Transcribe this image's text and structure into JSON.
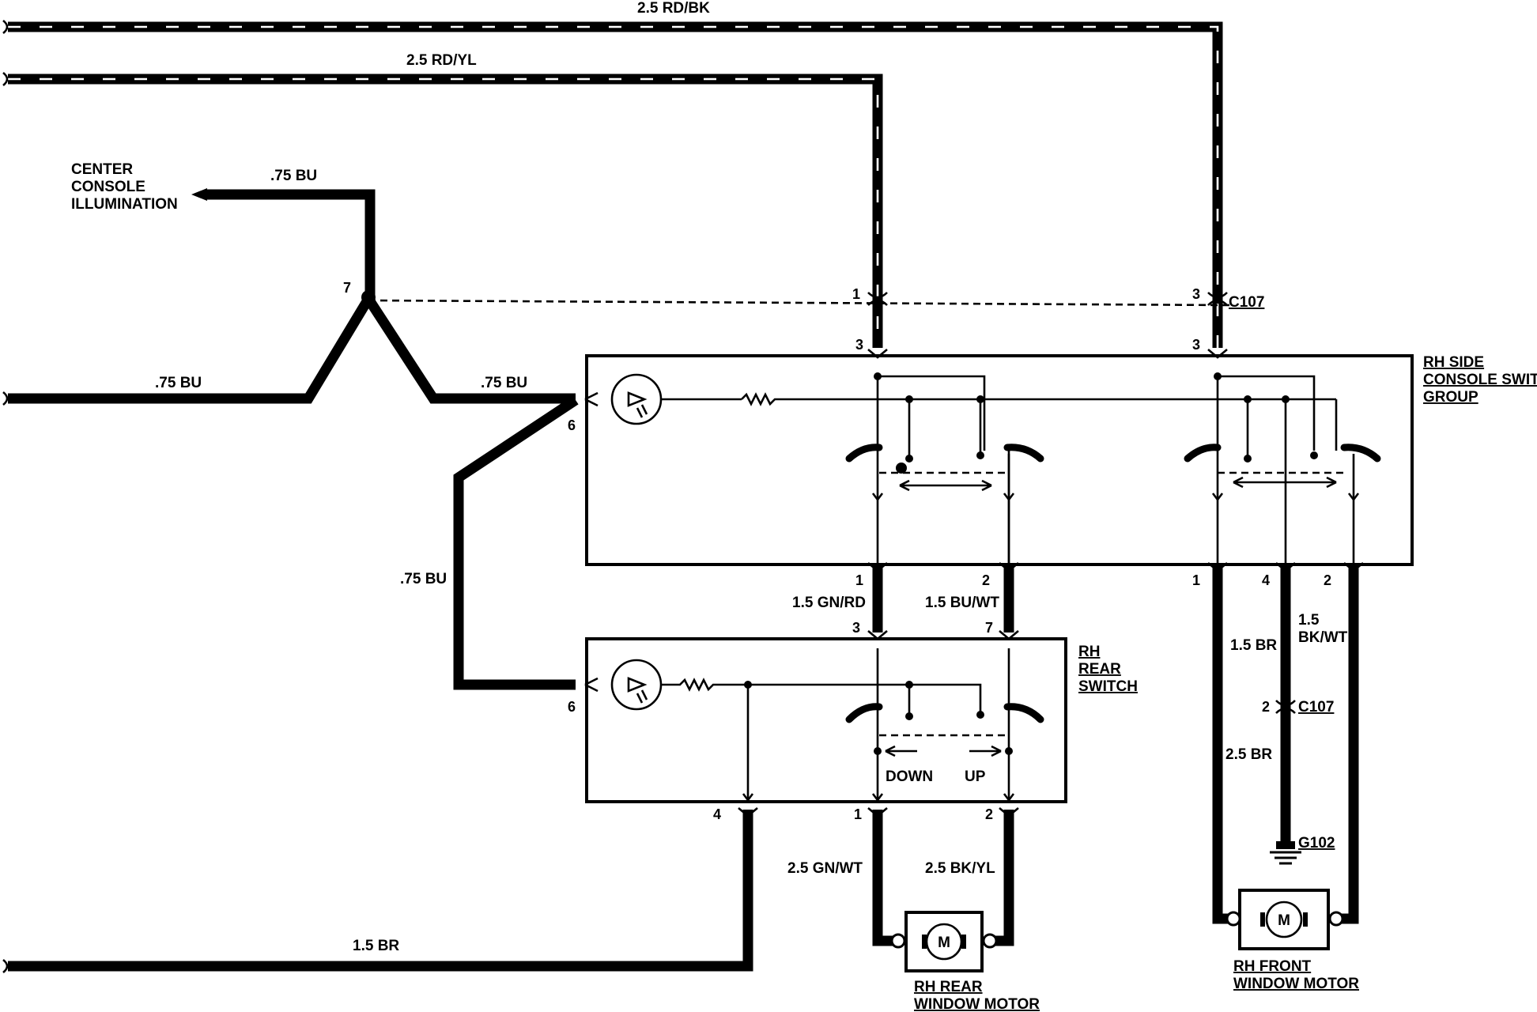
{
  "wires": {
    "rd_bk": "2.5 RD/BK",
    "rd_yl": "2.5 RD/YL",
    "bu_top": ".75 BU",
    "bu_left": ".75 BU",
    "bu_mid": ".75 BU",
    "bu_vert": ".75 BU",
    "gn_rd": "1.5 GN/RD",
    "bu_wt": "1.5 BU/WT",
    "gn_wt": "2.5 GN/WT",
    "bk_yl": "2.5 BK/YL",
    "br_bottom": "1.5 BR",
    "br_front": "1.5 BR",
    "br_front_2": "2.5 BR",
    "bk_wt_1": "1.5",
    "bk_wt_2": "BK/WT"
  },
  "labels": {
    "center_console_1": "CENTER",
    "center_console_2": "CONSOLE",
    "center_console_3": "ILLUMINATION",
    "side_group_1": "RH SIDE",
    "side_group_2": "CONSOLE SWITCH",
    "side_group_3": "GROUP",
    "rear_switch_1": "RH",
    "rear_switch_2": "REAR",
    "rear_switch_3": "SWITCH",
    "rear_motor_1": "RH REAR",
    "rear_motor_2": "WINDOW MOTOR",
    "front_motor_1": "RH FRONT",
    "front_motor_2": "WINDOW MOTOR",
    "down": "DOWN",
    "up": "UP",
    "motor_symbol": "M"
  },
  "connectors": {
    "c107_top": "C107",
    "c107_br": "C107",
    "g102": "G102"
  },
  "pins": {
    "p7_splice": "7",
    "p1_top": "1",
    "p3_top": "3",
    "p3_sg_left": "3",
    "p3_sg_right": "3",
    "p6_sg": "6",
    "p1_sg_left": "1",
    "p2_sg_left": "2",
    "p1_sg_right": "1",
    "p4_sg_right": "4",
    "p2_sg_right": "2",
    "p3_rs": "3",
    "p7_rs": "7",
    "p6_rs": "6",
    "p4_rs": "4",
    "p1_rs": "1",
    "p2_rs": "2",
    "p2_c107": "2"
  }
}
